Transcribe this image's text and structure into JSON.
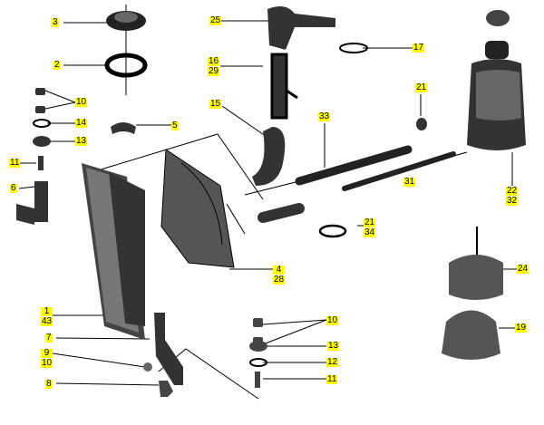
{
  "diagram": {
    "labels": {
      "cap": [
        "3"
      ],
      "cap_seal": [
        "2"
      ],
      "nuts_top": [
        "10"
      ],
      "washer_top": [
        "14"
      ],
      "rubber_mount_top": [
        "13"
      ],
      "bolt_top": [
        "11"
      ],
      "bracket_left": [
        "6"
      ],
      "clip": [
        "5"
      ],
      "upper_hose": [
        "25"
      ],
      "hose_pipe": [
        "16",
        "29"
      ],
      "lower_hose": [
        "15"
      ],
      "hose_33": [
        "33"
      ],
      "hose_clamp": [
        "17"
      ],
      "small_clamp": [
        "21"
      ],
      "expansion_tank": [
        "22",
        "32"
      ],
      "hose_31": [
        "31"
      ],
      "clamp_21_34": [
        "21",
        "34"
      ],
      "fan_shroud": [
        "4",
        "28"
      ],
      "tank_cap_24": [
        "24"
      ],
      "tank_cap_19": [
        "19"
      ],
      "radiator": [
        "1",
        "43"
      ],
      "bracket_lower": [
        "7"
      ],
      "nut_lower": [
        "9",
        "10"
      ],
      "bolt_lower": [
        "8"
      ],
      "nuts_bottom": [
        "10"
      ],
      "rubber_mount_bottom": [
        "13"
      ],
      "washer_bottom": [
        "12"
      ],
      "bolt_bottom": [
        "11"
      ]
    },
    "colors": {
      "label_bg": "#ffff00",
      "ink": "#000000"
    }
  }
}
